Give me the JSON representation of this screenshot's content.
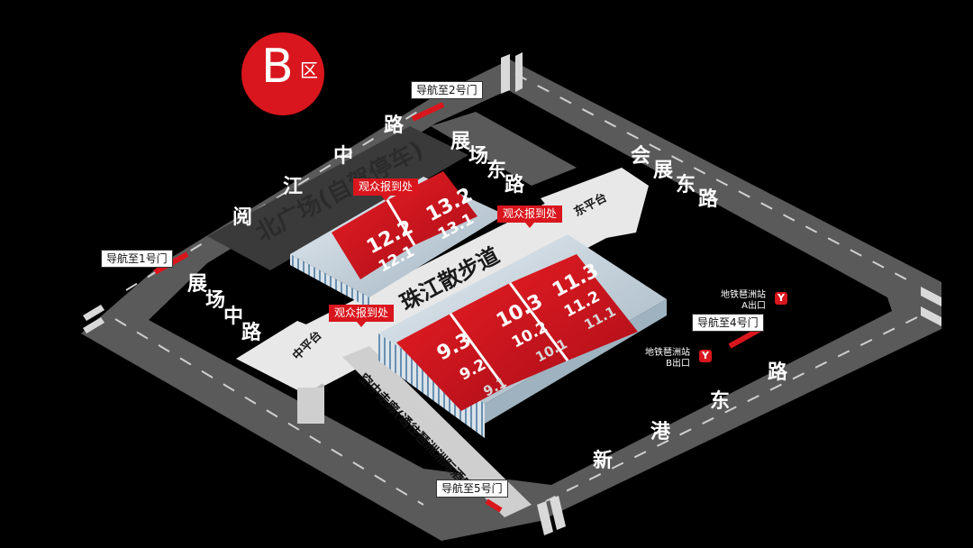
{
  "zone": {
    "letter": "B",
    "suffix": "区"
  },
  "roads": {
    "north": [
      "阅",
      "江",
      "中",
      "路"
    ],
    "east": [
      "会",
      "展",
      "东",
      "路"
    ],
    "south": [
      "新",
      "港",
      "东",
      "路"
    ],
    "west": [
      "展",
      "场",
      "中",
      "路"
    ],
    "inner": [
      "展",
      "场",
      "东",
      "路"
    ]
  },
  "plaza": "北广场(自驾停车)",
  "walkway": "珠江散步道",
  "platforms": {
    "east": "东平台",
    "middle": "中平台"
  },
  "corridor": "空中走廊(通往琶洲洲际酒店)",
  "halls": {
    "h12_2": "12.2",
    "h12_1": "12.1",
    "h13_2": "13.2",
    "h13_1": "13.1",
    "h11_3": "11.3",
    "h11_2": "11.2",
    "h11_1": "11.1",
    "h10_3": "10.3",
    "h10_2": "10.2",
    "h10_1": "10.1",
    "h9_3": "9.3",
    "h9_2": "9.2",
    "h9_1": "9.1"
  },
  "registration": {
    "label": "观众报到处"
  },
  "gates": {
    "gate1": "导航至1号门",
    "gate2": "导航至2号门",
    "gate4": "导航至4号门",
    "gate5": "导航至5号门"
  },
  "metro": {
    "exitA": {
      "line1": "地铁琶洲站",
      "line2": "A出口"
    },
    "exitB": {
      "line1": "地铁琶洲站",
      "line2": "B出口"
    },
    "icon_name": "metro-icon",
    "icon_glyph": "Y"
  },
  "colors": {
    "accent": "#d9161d",
    "road": "#555555",
    "plaza": "#3a3a3a",
    "walkway": "#e8e8e8"
  }
}
